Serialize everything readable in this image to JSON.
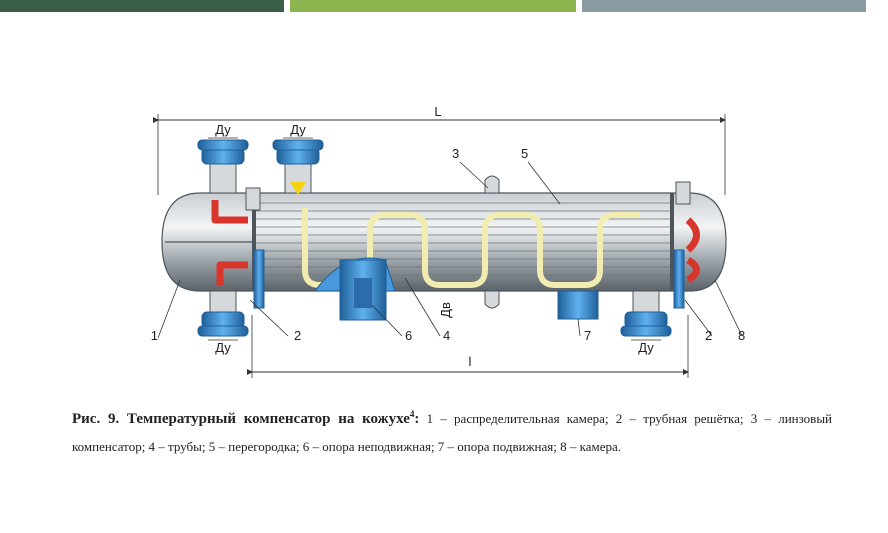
{
  "header": {
    "bars": [
      {
        "color": "#3b5e4a"
      },
      {
        "color": "#8db54f"
      },
      {
        "color": "#8a9aa3"
      }
    ]
  },
  "diagram": {
    "dimension_labels": {
      "overall_length": "L",
      "tube_length": "l",
      "nozzle_top_left": "Ду",
      "nozzle_top_right": "Ду",
      "nozzle_bottom_left": "Ду",
      "nozzle_bottom_right": "Ду",
      "shell_diameter": "Дв"
    },
    "callouts": [
      "1",
      "2",
      "3",
      "4",
      "5",
      "6",
      "7",
      "2",
      "8"
    ]
  },
  "caption": {
    "figure_title": "Рис. 9. Температурный компенсатор на кожухе",
    "footnote_ref": "4",
    "separator": ":",
    "text": "1 – распределительная камера; 2 – трубная решётка; 3 – линзовый компенсатор; 4 – трубы; 5 – перегородка; 6 – опора неподвижная; 7 – опора подвиж­ная; 8 – камера."
  },
  "colors": {
    "shell": "#9aa2a8",
    "shell_dark": "#5b6369",
    "nozzle_blue": "#3a8fd6",
    "flow_red": "#d8362a",
    "coil_yellow": "#f3ecb0",
    "support_blue": "#4a98dc"
  }
}
